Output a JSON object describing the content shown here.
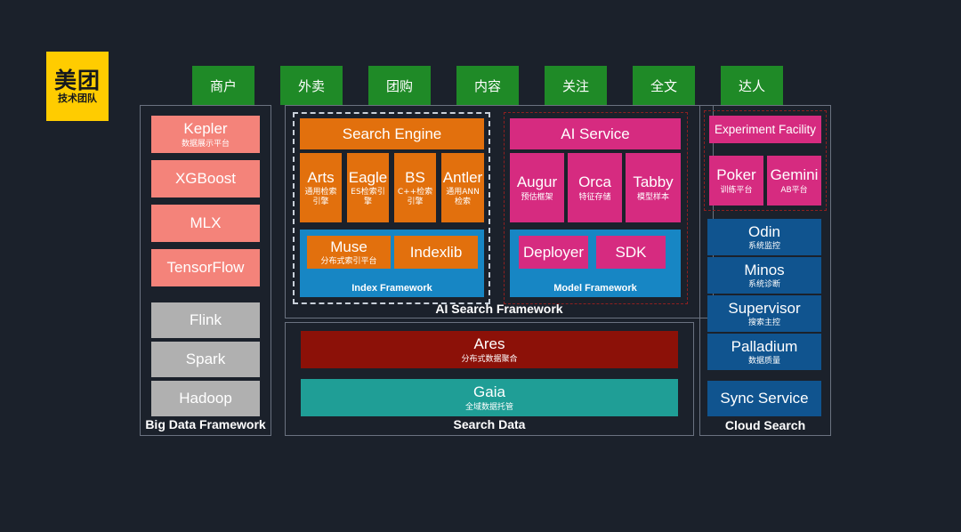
{
  "background_color": "#1b212b",
  "logo": {
    "name": "meituan-tech-team-logo",
    "main_text": "美团",
    "sub_text": "技术团队",
    "background_color": "#ffcc00",
    "text_color": "#15181d"
  },
  "tabs": {
    "color": "#1f8a27",
    "items": [
      {
        "label": "商户"
      },
      {
        "label": "外卖"
      },
      {
        "label": "团购"
      },
      {
        "label": "内容"
      },
      {
        "label": "关注"
      },
      {
        "label": "全文"
      },
      {
        "label": "达人"
      }
    ]
  },
  "big_data_framework": {
    "label": "Big Data Framework",
    "border_color": "#6a7280",
    "items": [
      {
        "title": "Kepler",
        "subtitle": "数据展示平台",
        "color": "#f4837a"
      },
      {
        "title": "XGBoost",
        "subtitle": "",
        "color": "#f4837a"
      },
      {
        "title": "MLX",
        "subtitle": "",
        "color": "#f4837a"
      },
      {
        "title": "TensorFlow",
        "subtitle": "",
        "color": "#f4837a"
      },
      {
        "title": "Flink",
        "subtitle": "",
        "color": "#b0b0b0"
      },
      {
        "title": "Spark",
        "subtitle": "",
        "color": "#b0b0b0"
      },
      {
        "title": "Hadoop",
        "subtitle": "",
        "color": "#b0b0b0"
      }
    ]
  },
  "ai_search_framework": {
    "label": "AI Search Framework",
    "search_engine": {
      "header": "Search Engine",
      "header_color": "#e2700d",
      "border_color": "#c9d0da",
      "engines": [
        {
          "title": "Arts",
          "subtitle": "通用检索引擎"
        },
        {
          "title": "Eagle",
          "subtitle": "ES检索引擎"
        },
        {
          "title": "BS",
          "subtitle": "C++检索引擎"
        },
        {
          "title": "Antler",
          "subtitle": "通用ANN检索"
        }
      ],
      "index_framework": {
        "label": "Index  Framework",
        "color": "#1786c4",
        "items": [
          {
            "title": "Muse",
            "subtitle": "分布式索引平台"
          },
          {
            "title": "Indexlib",
            "subtitle": ""
          }
        ]
      }
    },
    "ai_service": {
      "header": "AI Service",
      "header_color": "#d62b80",
      "border_color": "#8e2020",
      "services": [
        {
          "title": "Augur",
          "subtitle": "预估框架"
        },
        {
          "title": "Orca",
          "subtitle": "特征存储"
        },
        {
          "title": "Tabby",
          "subtitle": "模型样本"
        }
      ],
      "model_framework": {
        "label": "Model  Framework",
        "color": "#1786c4",
        "items": [
          {
            "title": "Deployer",
            "subtitle": ""
          },
          {
            "title": "SDK",
            "subtitle": ""
          }
        ]
      }
    }
  },
  "search_data": {
    "label": "Search Data",
    "items": [
      {
        "title": "Ares",
        "subtitle": "分布式数据聚合",
        "color": "#8c1108"
      },
      {
        "title": "Gaia",
        "subtitle": "全域数据托管",
        "color": "#1f9e96"
      }
    ]
  },
  "experiment_facility": {
    "header": "Experiment Facility",
    "header_color": "#d62b80",
    "border_color": "#8e2020",
    "items": [
      {
        "title": "Poker",
        "subtitle": "训练平台"
      },
      {
        "title": "Gemini",
        "subtitle": "AB平台"
      }
    ]
  },
  "cloud_search": {
    "label": "Cloud Search",
    "border_color": "#6a7280",
    "items": [
      {
        "title": "Odin",
        "subtitle": "系统监控"
      },
      {
        "title": "Minos",
        "subtitle": "系统诊断"
      },
      {
        "title": "Supervisor",
        "subtitle": "搜索主控"
      },
      {
        "title": "Palladium",
        "subtitle": "数据质量"
      },
      {
        "title": "Sync Service",
        "subtitle": ""
      }
    ]
  }
}
